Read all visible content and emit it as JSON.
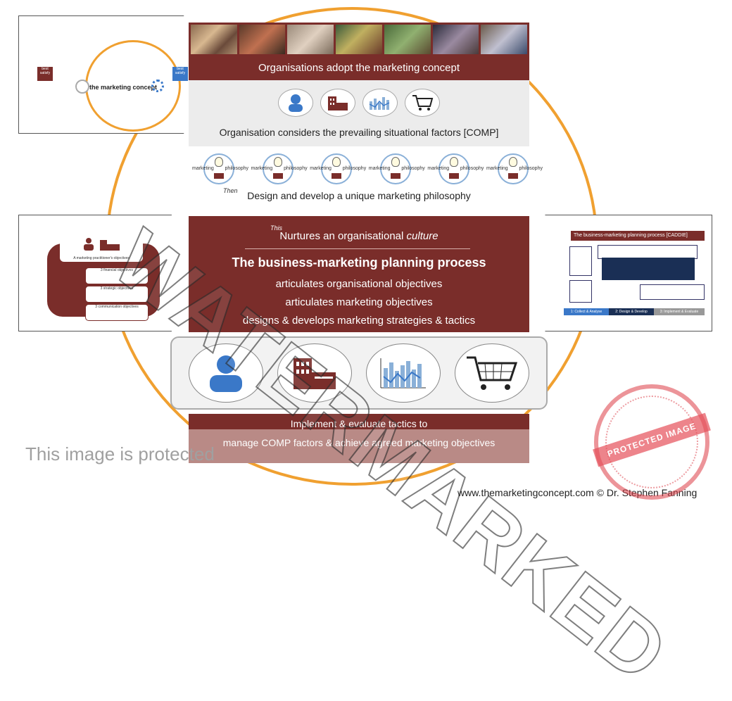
{
  "diagram": {
    "adopt_text": "Organisations adopt the marketing concept",
    "consider_text": "Organisation considers the prevailing situational factors [COMP]",
    "then_label": "Then",
    "design_text": "Design and develop a unique marketing philosophy",
    "philosophy_left": "marketing",
    "philosophy_right": "philosophy",
    "this_label": "This",
    "nurtures_prefix": "Nurtures an organisational ",
    "nurtures_emph": "culture",
    "planning_title": "The business-marketing planning process",
    "planning_lines": [
      "articulates organisational objectives",
      "articulates marketing objectives",
      "designs & develops marketing strategies & tactics"
    ],
    "implement_text": "Implement & evaluate tactics to",
    "manage_text": "manage COMP factors & achieve agreed marketing objectives"
  },
  "thumbnails": {
    "top": {
      "concept_text": "the marketing concept",
      "left_tag": "best satisfy",
      "right_tag": "best satisfy"
    },
    "left": {
      "title": "A marketing practitioner's objectives",
      "boxes": [
        "3 financial objectives",
        "3 strategic objectives",
        "3 communication objectives"
      ]
    },
    "right": {
      "title": "The business-marketing planning process [CADDIE]",
      "steps": [
        "1: Collect & Analyse",
        "2: Design & Develop",
        "3: Implement & Evaluate"
      ]
    }
  },
  "overlays": {
    "watermark": "WATERMARKED",
    "protected_text": "This image is protected",
    "copyright": "www.themarketingconcept.com © Dr. Stephen Fanning",
    "stamp": "PROTECTED IMAGE"
  },
  "colors": {
    "maroon": "#7a2d2a",
    "ring_orange": "#f0a030",
    "panel_grey": "#ececec",
    "manage_band": "#b98a86",
    "icon_blue": "#3a78c8"
  },
  "icons": [
    "person-icon",
    "factory-icon",
    "chart-icon",
    "cart-icon",
    "lightbulb-icon"
  ]
}
